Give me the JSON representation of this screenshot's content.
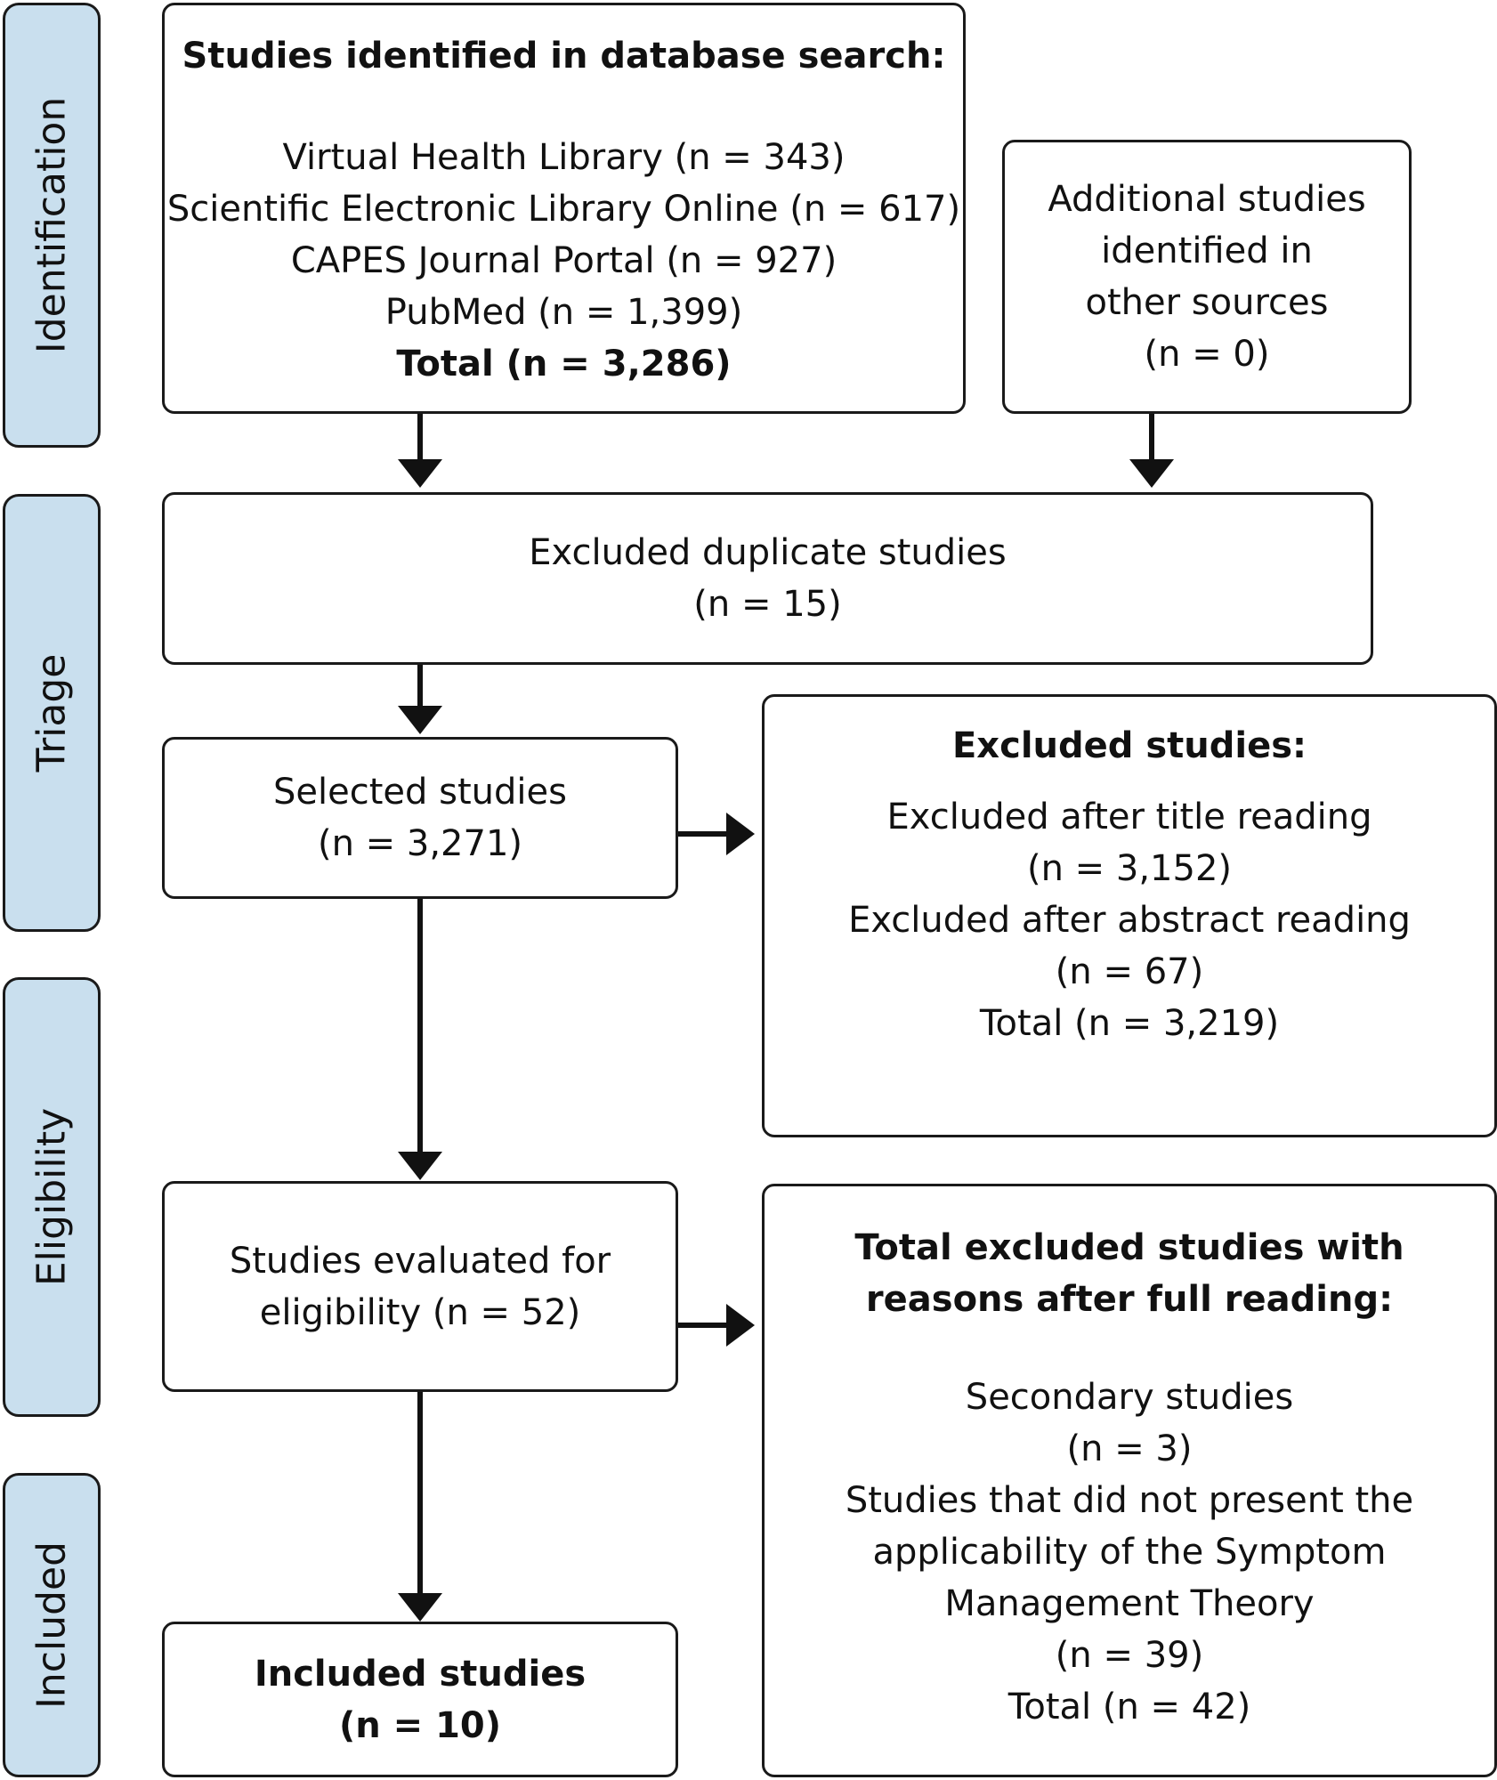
{
  "phases": [
    "Identification",
    "Triage",
    "Eligibility",
    "Included"
  ],
  "identification": {
    "title": "Studies identified in database search:",
    "sources": [
      "Virtual Health Library (n = 343)",
      "Scientific Electronic Library Online (n = 617)",
      "CAPES Journal Portal (n = 927)",
      "PubMed (n = 1,399)"
    ],
    "total": "Total (n = 3,286)"
  },
  "additional": {
    "lines": [
      "Additional studies",
      "identified in",
      "other sources",
      "(n = 0)"
    ]
  },
  "duplicates": {
    "lines": [
      "Excluded duplicate studies",
      "(n = 15)"
    ]
  },
  "selected": {
    "lines": [
      "Selected studies",
      "(n = 3,271)"
    ]
  },
  "excluded": {
    "title": "Excluded studies:",
    "lines": [
      "Excluded after title reading",
      "(n = 3,152)",
      "Excluded after abstract reading",
      "(n = 67)",
      "Total (n = 3,219)"
    ]
  },
  "eligibility": {
    "lines": [
      "Studies evaluated for",
      "eligibility (n = 52)"
    ]
  },
  "full_reading": {
    "title": [
      "Total excluded studies with",
      "reasons after full reading:"
    ],
    "lines": [
      "Secondary studies",
      "(n = 3)",
      "Studies that did not present the",
      "applicability of the Symptom",
      "Management Theory",
      "(n = 39)",
      "Total (n = 42)"
    ]
  },
  "included": {
    "lines": [
      "Included studies",
      "(n = 10)"
    ]
  }
}
